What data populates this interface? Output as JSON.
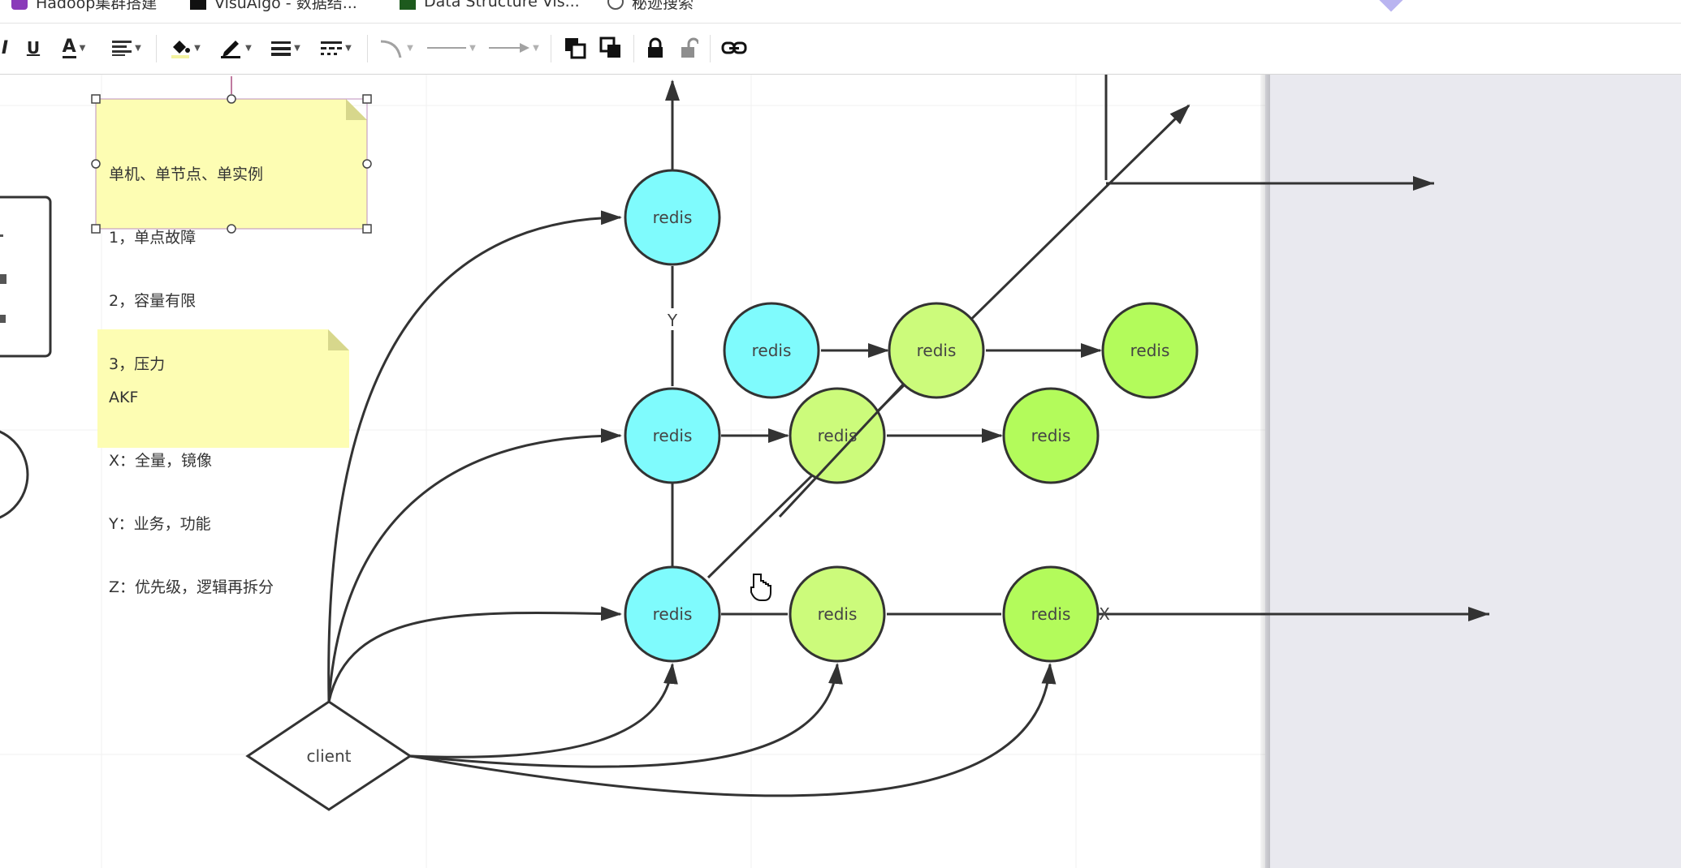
{
  "bookmarks": [
    {
      "label": "Hadoop集群搭建",
      "icon": "hadoop-icon"
    },
    {
      "label": "VisuAlgo - 数据结...",
      "icon": "visualgo-icon"
    },
    {
      "label": "Data Structure Vis...",
      "icon": "usf-icon"
    },
    {
      "label": "秘迹搜索",
      "icon": "mijisou-icon"
    }
  ],
  "toolbar": {
    "italic_label": "I",
    "underline_label": "U",
    "font_color_label": "A",
    "tools": [
      "align-icon",
      "fill-icon",
      "line-color-icon",
      "line-width-icon",
      "line-style-icon",
      "connector-icon",
      "line-icon",
      "arrow-icon",
      "to-front-icon",
      "to-back-icon",
      "lock-icon",
      "unlock-icon",
      "link-icon"
    ]
  },
  "notes": {
    "single": {
      "lines": [
        "单机、单节点、单实例",
        "1，单点故障",
        "2，容量有限",
        "3，压力"
      ]
    },
    "akf": {
      "lines": [
        "AKF",
        "X：全量，镜像",
        "Y：业务，功能",
        "Z：优先级，逻辑再拆分"
      ]
    }
  },
  "diagram": {
    "node_label": "redis",
    "client_label": "client",
    "axis_x_label": "X",
    "axis_y_label": "Y",
    "colors": {
      "cyan": "#7ffbfd",
      "light_green": "#ccfb7b",
      "green": "#b3fb5b",
      "note": "#fdfdb3",
      "stroke": "#333333"
    }
  }
}
